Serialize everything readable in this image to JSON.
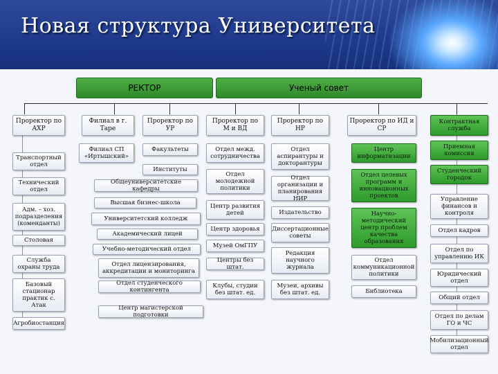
{
  "title": "Новая структура Университета",
  "top": {
    "rector": "РЕКТОР",
    "council": "Ученый совет"
  },
  "col1": {
    "header": "Проректор по АХР",
    "items": [
      "Транспортный отдел",
      "Технический отдел",
      "Адм. – хоз. подразделения (коменданты)",
      "Столовая",
      "Служба охраны труда",
      "Базовый стационар практик с. Атак",
      "Агробиостанция"
    ]
  },
  "col2": {
    "header": "Филиал в г. Таре",
    "items": [
      "Филиал СП «Иртышский»",
      "Общеуниверситетские кафедры",
      "Высшая бизнес-школа",
      "Университетский колледж",
      "Академический лицей",
      "Учебно-методический отдел",
      "Отдел лицензирования, аккредитации и мониторинга",
      "Отдел студенческого контингента",
      "Центр магистерской подготовки"
    ]
  },
  "col3": {
    "header": "Проректор по УР",
    "items": [
      "Факультеты",
      "Институты"
    ]
  },
  "col4": {
    "header": "Проректор по М и ВД",
    "items": [
      "Отдел межд. сотрудничества",
      "Отдел молодежной политики",
      "Центр развития детей",
      "Центр здоровья",
      "Музей ОмГПУ",
      "Центры без штат.",
      "Клубы, студии без штат. ед."
    ]
  },
  "col5": {
    "header": "Проректор по НР",
    "items": [
      "Отдел аспирантуры и докторантуры",
      "Отдел организации и планирования НИР",
      "Издательство",
      "Диссертационные советы",
      "Редакция научного журнала",
      "Музеи, архивы без штат. ед."
    ]
  },
  "col6": {
    "header": "Проректор по ИД и СР",
    "items": [
      "Центр информатизации",
      "Отдел целевых программ и инновационных проектов",
      "Научно-методический центр проблем качества образования",
      "Отдел коммуникационной политики",
      "Библиотека"
    ]
  },
  "col7": {
    "items": [
      "Контрактная служба",
      "Приемная комиссия",
      "Студенческий городок",
      "Управление финансов и контроля",
      "Отдел кадров",
      "Отдел по управлению ИК",
      "Юридический отдел",
      "Общий отдел",
      "Отдел по делам ГО и ЧС",
      "Мобилизационный отдел"
    ]
  }
}
